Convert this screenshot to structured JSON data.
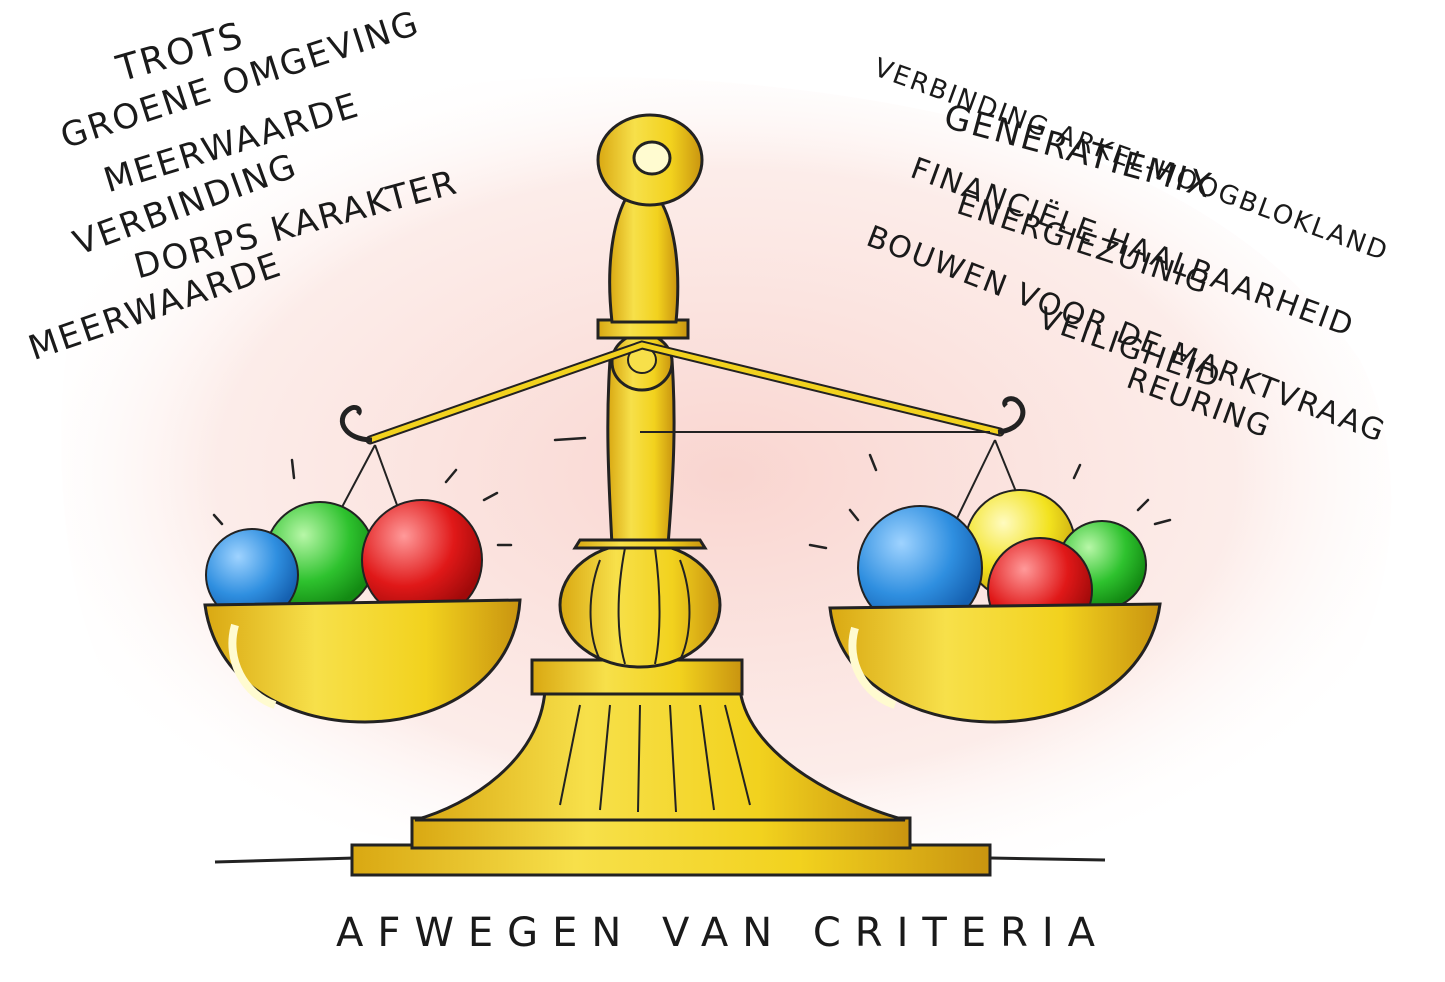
{
  "left_criteria": [
    "TROTS",
    "GROENE OMGEVING",
    "MEERWAARDE",
    "VERBINDING",
    "DORPS KARAKTER",
    "MEERWAARDE"
  ],
  "right_criteria": [
    "VERBINDING ARKEL-HOOGBLOKLAND",
    "GENERATIEMIX",
    "FINANCIËLE HAALBAARHEID",
    "ENERGIEZUINIG",
    "BOUWEN VOOR DE MARKTVRAAG",
    "VEILIGHEID",
    "REURING"
  ],
  "caption": "AFWEGEN VAN CRITERIA",
  "colors": {
    "gold": "#f2d21e",
    "gold_shadow": "#d9a812",
    "wash": "#f7c7c0",
    "ball_blue": "#2f8fe0",
    "ball_green": "#2ec22e",
    "ball_red": "#e01818",
    "ball_yellow": "#f2e21e"
  },
  "balls": {
    "left_pan": [
      "blue",
      "green",
      "red"
    ],
    "right_pan": [
      "blue",
      "yellow",
      "red",
      "green"
    ]
  },
  "icons": [
    "balance-scale-icon"
  ]
}
